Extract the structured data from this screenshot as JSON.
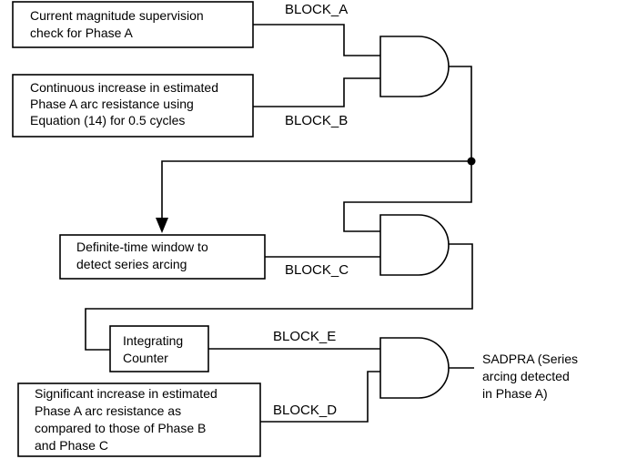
{
  "blocks": {
    "current_supervision": [
      "Current magnitude supervision",
      "check for Phase A"
    ],
    "arc_resistance_increase": [
      "Continuous increase in estimated",
      "Phase A arc resistance using",
      "Equation (14) for 0.5 cycles"
    ],
    "definite_time_window": [
      "Definite-time window to",
      "detect series arcing"
    ],
    "integrating_counter": [
      "Integrating",
      "Counter"
    ],
    "significant_increase": [
      "Significant increase in estimated",
      "Phase A arc resistance as",
      "compared to those of Phase B",
      "and Phase C"
    ]
  },
  "signals": {
    "block_a": "BLOCK_A",
    "block_b": "BLOCK_B",
    "block_c": "BLOCK_C",
    "block_d": "BLOCK_D",
    "block_e": "BLOCK_E"
  },
  "output": [
    "SADPRA (Series",
    "arcing detected",
    "in Phase A)"
  ]
}
